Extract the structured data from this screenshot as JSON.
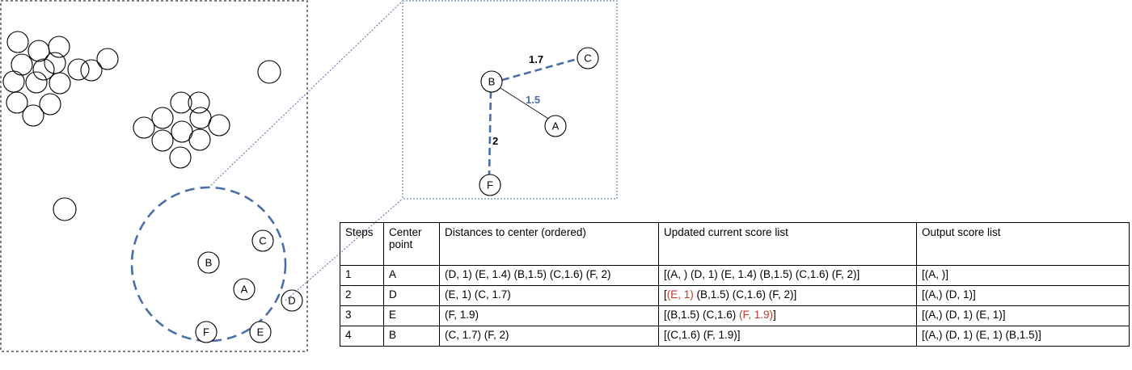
{
  "points": {
    "main": [
      "A",
      "B",
      "C",
      "D",
      "E",
      "F"
    ],
    "zoom": [
      "A",
      "B",
      "C",
      "F"
    ]
  },
  "edges": {
    "bc": "1.7",
    "ba": "1.5",
    "bf": "2"
  },
  "colors": {
    "dashed_blue": "#4a6fa5",
    "edge_label_blue": "#4a6fa5",
    "highlight_red": "#c0392b"
  },
  "table": {
    "headers": {
      "steps": "Steps",
      "center_line1": "Center",
      "center_line2": "point",
      "distances": "Distances to center (ordered)",
      "updated": "Updated current score list",
      "output": "Output score list"
    },
    "rows": [
      {
        "step": "1",
        "center": "A",
        "distances": "(D, 1) (E, 1.4) (B,1.5) (C,1.6) (F, 2)",
        "updated": {
          "pre": "[(A, ) (D, 1) (E, 1.4) (B,1.5) (C,1.6) (F, 2)]"
        },
        "output": "[(A, )]"
      },
      {
        "step": "2",
        "center": "D",
        "distances": "(E, 1) (C, 1.7)",
        "updated": {
          "pre": "[",
          "hl": "(E, 1)",
          "post": " (B,1.5) (C,1.6) (F, 2)]"
        },
        "output": "[(A,) (D, 1)]"
      },
      {
        "step": "3",
        "center": "E",
        "distances": "(F, 1.9)",
        "updated": {
          "pre": "[(B,1.5) (C,1.6) ",
          "hl": "(F, 1.9)",
          "post": "]"
        },
        "output": "[(A,) (D, 1) (E, 1)]"
      },
      {
        "step": "4",
        "center": "B",
        "distances": "(C, 1.7) (F, 2)",
        "updated": {
          "pre": "[(C,1.6) (F, 1.9)]"
        },
        "output": "[(A,) (D, 1) (E, 1) (B,1.5)]"
      }
    ]
  }
}
